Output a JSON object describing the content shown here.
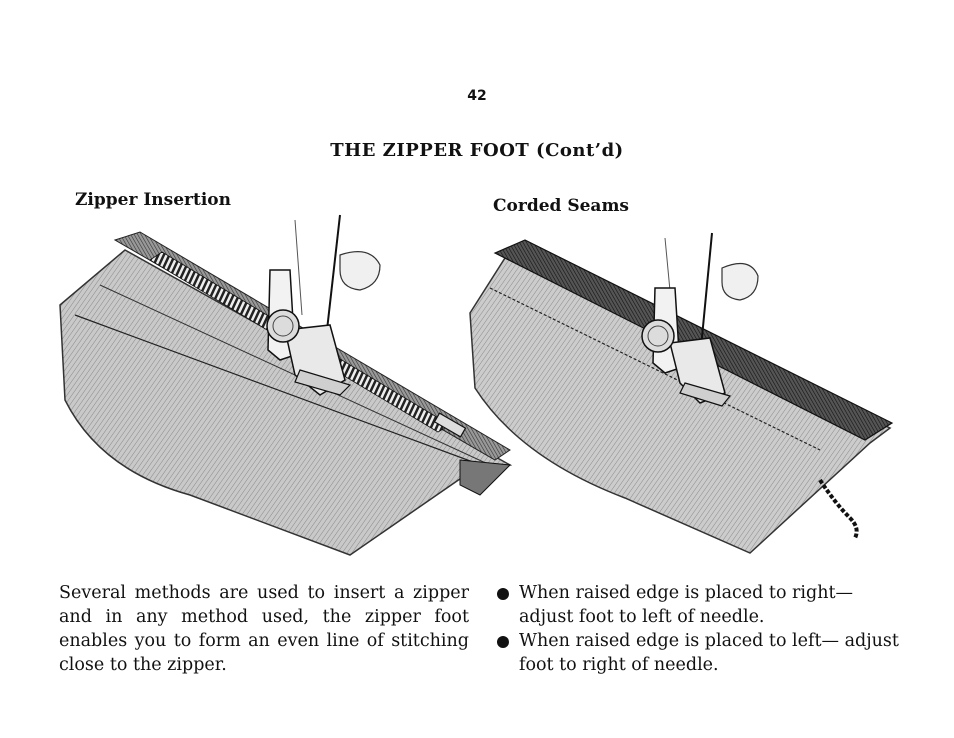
{
  "page": {
    "number": "42",
    "title": "THE ZIPPER FOOT (Cont’d)"
  },
  "left_section": {
    "heading": "Zipper Insertion",
    "paragraph": "Several methods are used to insert a zipper and in any method used, the zipper foot enables you to form an even line of stitching close to the zipper."
  },
  "right_section": {
    "heading": "Corded Seams",
    "bullets": [
      "When raised edge is placed to right— adjust foot to left of needle.",
      "When raised edge is placed to left— adjust foot to right of needle."
    ]
  }
}
